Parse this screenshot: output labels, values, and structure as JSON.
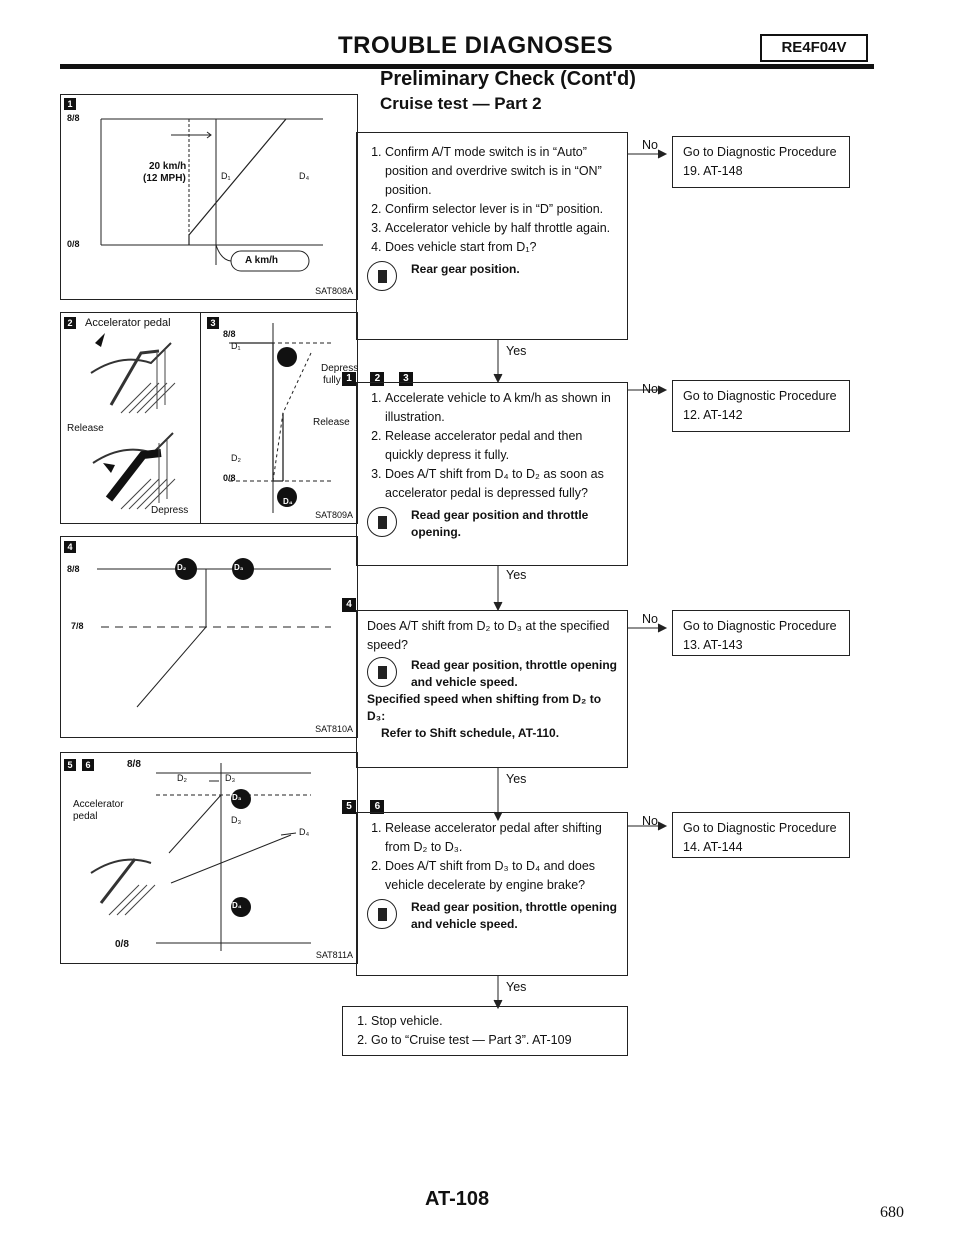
{
  "header": {
    "title": "TROUBLE DIAGNOSES",
    "model": "RE4F04V",
    "subtitle": "Preliminary Check (Cont'd)",
    "section": "Cruise test — Part 2"
  },
  "figures": {
    "fig1": {
      "badge": "1",
      "code": "SAT808A",
      "y_top": "8/8",
      "y_bottom": "0/8",
      "speed": "20 km/h",
      "speed_mph": "(12 MPH)",
      "g1": "D₁",
      "g4": "D₄",
      "akmh": "A km/h"
    },
    "fig2": {
      "badge": "2",
      "label": "Accelerator pedal",
      "release": "Release",
      "depress": "Depress"
    },
    "fig3": {
      "badge": "3",
      "code": "SAT809A",
      "y_top": "8/8",
      "y_bottom": "0/8",
      "depress": "Depress",
      "fully": "fully",
      "release": "Release",
      "g1": "D₁",
      "g2": "D₂",
      "g4": "D₄",
      "g2b": "D₂"
    },
    "fig4": {
      "badge": "4",
      "code": "SAT810A",
      "y_top": "8/8",
      "y_mid": "7/8",
      "c1": "D₂",
      "c2": "D₃"
    },
    "fig5": {
      "badge_a": "5",
      "badge_b": "6",
      "code": "SAT811A",
      "y_top": "8/8",
      "y_bottom": "0/8",
      "label1": "Accelerator",
      "label2": "pedal",
      "g2": "D₂",
      "g3": "D₃",
      "g3b": "D₃",
      "g4": "D₄",
      "c3": "D₃",
      "c4": "D₄"
    }
  },
  "steps": {
    "s1": {
      "items": [
        "Confirm A/T mode switch is in “Auto” position and overdrive switch is in “ON” position.",
        "Confirm selector lever is in “D” position.",
        "Accelerator vehicle by half throttle again.",
        "Does vehicle start from D₁?"
      ],
      "note": "Rear gear position.",
      "no_text": "Go to Diagnostic Procedure 19. AT-148"
    },
    "s2": {
      "badges": [
        "1",
        "2",
        "3"
      ],
      "items": [
        "Accelerate vehicle to A km/h as shown in illustration.",
        "Release accelerator pedal and then quickly depress it fully.",
        "Does A/T shift from D₄ to D₂ as soon as accelerator pedal is depressed fully?"
      ],
      "note": "Read gear position and throttle opening.",
      "no_text": "Go to Diagnostic Procedure 12. AT-142"
    },
    "s3": {
      "badge": "4",
      "text": "Does A/T shift from D₂ to D₃ at the specified speed?",
      "note": "Read gear position, throttle opening and vehicle speed.",
      "spec": "Specified speed when shifting from D₂ to D₃:",
      "ref": "Refer to Shift schedule, AT-110.",
      "no_text": "Go to Diagnostic Procedure 13. AT-143"
    },
    "s4": {
      "badges": [
        "5",
        "6"
      ],
      "items": [
        "Release accelerator pedal after shifting from D₂ to D₃.",
        "Does A/T shift from D₃ to D₄ and does vehicle decelerate by engine brake?"
      ],
      "note": "Read gear position, throttle opening and vehicle speed.",
      "no_text": "Go to Diagnostic Procedure 14. AT-144"
    },
    "s5": {
      "items": [
        "Stop vehicle.",
        "Go to “Cruise test — Part 3”. AT-109"
      ]
    },
    "no_label": "No",
    "yes_label": "Yes"
  },
  "footer": {
    "code": "AT-108",
    "page": "680"
  }
}
